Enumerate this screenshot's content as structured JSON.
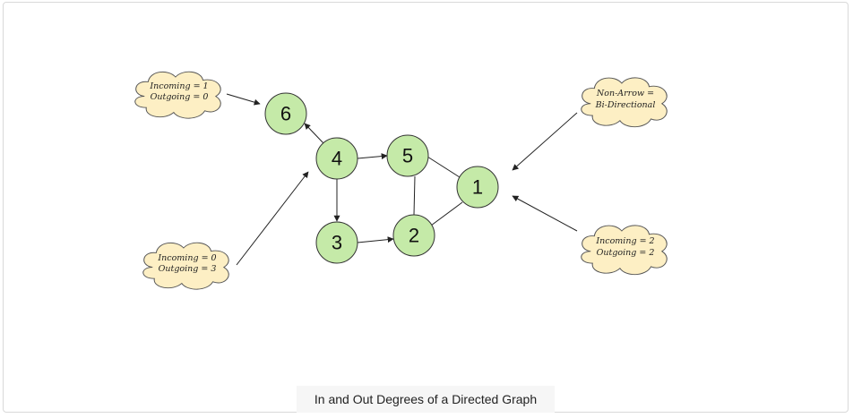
{
  "caption": "In and Out Degrees of a Directed Graph",
  "colors": {
    "node_fill": "#c5eaa8",
    "cloud_fill": "#fdefc4",
    "edge": "#222222"
  },
  "nodes": {
    "n1": "1",
    "n2": "2",
    "n3": "3",
    "n4": "4",
    "n5": "5",
    "n6": "6"
  },
  "clouds": {
    "top_left": {
      "line1": "Incoming = 1",
      "line2": "Outgoing = 0"
    },
    "bottom_left": {
      "line1": "Incoming = 0",
      "line2": "Outgoing = 3"
    },
    "top_right": {
      "line1": "Non-Arrow =",
      "line2": "Bi-Directional"
    },
    "bottom_right": {
      "line1": "Incoming = 2",
      "line2": "Outgoing = 2"
    }
  }
}
